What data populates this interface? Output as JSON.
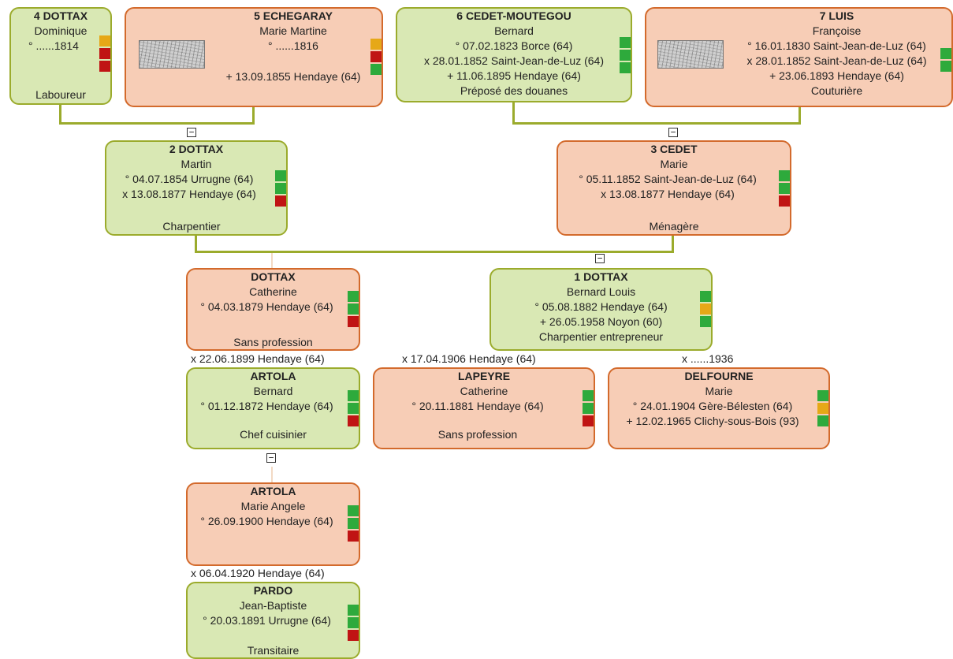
{
  "toggle_symbol": "−",
  "colors": {
    "male_bg": "#d9e8b4",
    "male_border": "#9bab2c",
    "female_bg": "#f7cdb6",
    "female_border": "#d36a2c",
    "flag_green": "#2eaa3c",
    "flag_orange": "#e6a817",
    "flag_red": "#c01414"
  },
  "persons": {
    "p4": {
      "name": "4 DOTTAX",
      "given": "Dominique",
      "lines": [
        "° ......1814"
      ],
      "occupation": "Laboureur",
      "flags": [
        "orange",
        "red",
        "red"
      ]
    },
    "p5": {
      "name": "5 ECHEGARAY",
      "given": "Marie Martine",
      "lines": [
        "° ......1816",
        "+ 13.09.1855 Hendaye (64)"
      ],
      "occupation": "",
      "flags": [
        "orange",
        "red",
        "green"
      ]
    },
    "p6": {
      "name": "6 CEDET-MOUTEGOU",
      "given": "Bernard",
      "lines": [
        "° 07.02.1823 Borce (64)",
        "x 28.01.1852 Saint-Jean-de-Luz (64)",
        "+ 11.06.1895 Hendaye (64)"
      ],
      "occupation": "Préposé des douanes",
      "flags": [
        "green",
        "green",
        "green"
      ]
    },
    "p7": {
      "name": "7 LUIS",
      "given": "Françoise",
      "lines": [
        "° 16.01.1830 Saint-Jean-de-Luz (64)",
        "x 28.01.1852 Saint-Jean-de-Luz (64)",
        "+ 23.06.1893 Hendaye (64)"
      ],
      "occupation": "Couturière",
      "flags": [
        "green",
        "green"
      ]
    },
    "p2": {
      "name": "2 DOTTAX",
      "given": "Martin",
      "lines": [
        "° 04.07.1854 Urrugne (64)",
        "x 13.08.1877 Hendaye (64)"
      ],
      "occupation": "Charpentier",
      "flags": [
        "green",
        "green",
        "red"
      ]
    },
    "p3": {
      "name": "3 CEDET",
      "given": "Marie",
      "lines": [
        "° 05.11.1852 Saint-Jean-de-Luz (64)",
        "x 13.08.1877 Hendaye (64)"
      ],
      "occupation": "Ménagère",
      "flags": [
        "green",
        "green",
        "red"
      ]
    },
    "sister": {
      "name": "DOTTAX",
      "given": "Catherine",
      "lines": [
        "° 04.03.1879 Hendaye (64)"
      ],
      "occupation": "Sans profession",
      "flags": [
        "green",
        "green",
        "red"
      ]
    },
    "p1": {
      "name": "1 DOTTAX",
      "given": "Bernard Louis",
      "lines": [
        "° 05.08.1882 Hendaye (64)",
        "+ 26.05.1958 Noyon (60)"
      ],
      "occupation": "Charpentier entrepreneur",
      "flags": [
        "green",
        "orange",
        "green"
      ]
    },
    "artola_b": {
      "name": "ARTOLA",
      "given": "Bernard",
      "lines": [
        "° 01.12.1872 Hendaye (64)"
      ],
      "occupation": "Chef cuisinier",
      "flags": [
        "green",
        "green",
        "red"
      ]
    },
    "lapeyre": {
      "name": "LAPEYRE",
      "given": "Catherine",
      "lines": [
        "° 20.11.1881 Hendaye (64)"
      ],
      "occupation": "Sans profession",
      "flags": [
        "green",
        "green",
        "red"
      ]
    },
    "delfourne": {
      "name": "DELFOURNE",
      "given": "Marie",
      "lines": [
        "° 24.01.1904 Gère-Bélesten (64)",
        "+ 12.02.1965 Clichy-sous-Bois (93)"
      ],
      "occupation": "",
      "flags": [
        "green",
        "orange",
        "green"
      ]
    },
    "artola_m": {
      "name": "ARTOLA",
      "given": "Marie Angele",
      "lines": [
        "° 26.09.1900 Hendaye (64)"
      ],
      "occupation": "",
      "flags": [
        "green",
        "green",
        "red"
      ]
    },
    "pardo": {
      "name": "PARDO",
      "given": "Jean-Baptiste",
      "lines": [
        "° 20.03.1891 Urrugne (64)"
      ],
      "occupation": "Transitaire",
      "flags": [
        "green",
        "green",
        "red"
      ]
    }
  },
  "marriages": {
    "sister_artola": "x 22.06.1899 Hendaye (64)",
    "p1_lapeyre": "x 17.04.1906 Hendaye (64)",
    "p1_delfourne": "x ......1936",
    "artola_pardo": "x 06.04.1920 Hendaye (64)"
  }
}
